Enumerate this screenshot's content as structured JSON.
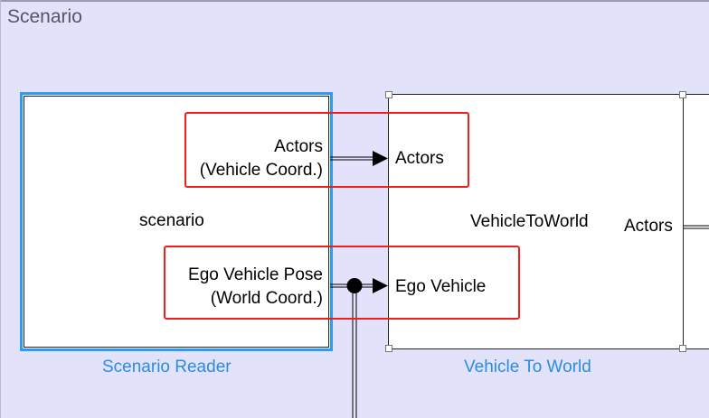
{
  "subsystem": {
    "title": "Scenario"
  },
  "scenario_reader": {
    "name": "scenario",
    "caption": "Scenario Reader",
    "ports_out": [
      {
        "line1": "Actors",
        "line2": "(Vehicle Coord.)"
      },
      {
        "line1": "Ego Vehicle Pose",
        "line2": "(World Coord.)"
      }
    ]
  },
  "vehicle_to_world": {
    "name": "VehicleToWorld",
    "caption": "Vehicle To World",
    "ports_in": [
      "Actors",
      "Ego Vehicle"
    ],
    "ports_out": [
      "Actors"
    ]
  },
  "colors": {
    "canvas": "#e2e2fa",
    "selection": "#2f9bf0",
    "highlight": "#f01d1d",
    "caption": "#2b8de0"
  }
}
